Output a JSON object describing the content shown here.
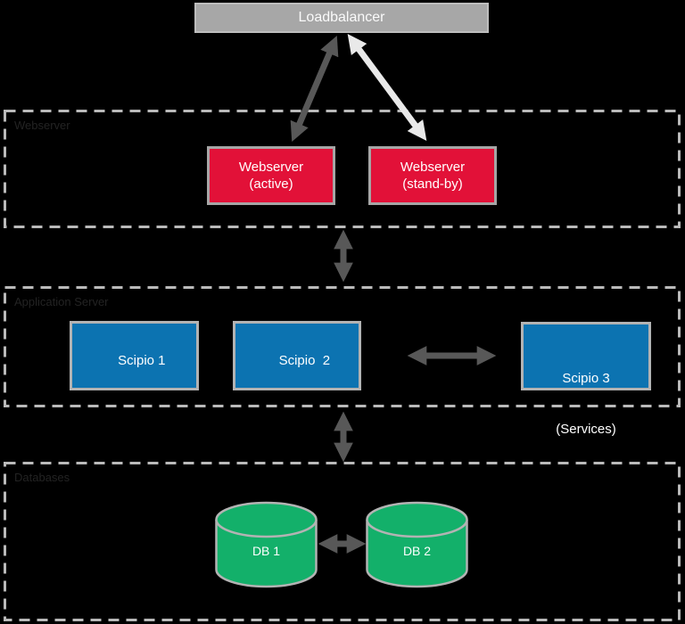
{
  "colors": {
    "background": "#000000",
    "loadbalancer_fill": "#a7a7a7",
    "webserver_fill": "#e21138",
    "application_server_fill": "#0c73b1",
    "database_fill": "#13b06a",
    "zone_dashed_border": "#bababa",
    "node_border_gray": "#a6a6a6",
    "dark_arrow": "#585858",
    "light_arrow": "#e9e9e9",
    "zone_label_text": "#232323",
    "node_text": "#ffffff"
  },
  "loadbalancer": {
    "label": "Loadbalancer"
  },
  "zones": {
    "webserver": {
      "label": "Webserver"
    },
    "application_server": {
      "label": "Application Server"
    },
    "databases": {
      "label": "Databases"
    }
  },
  "nodes": {
    "webserver_active": {
      "line1": "Webserver",
      "line2": "(active)"
    },
    "webserver_standby": {
      "line1": "Webserver",
      "line2": "(stand-by)"
    },
    "scipio1": {
      "label": "Scipio 1"
    },
    "scipio2": {
      "label": "Scipio  2"
    },
    "scipio3": {
      "line1": "Scipio 3",
      "line2": "(Services)"
    },
    "db1": {
      "label": "DB 1"
    },
    "db2": {
      "label": "DB 2"
    }
  }
}
